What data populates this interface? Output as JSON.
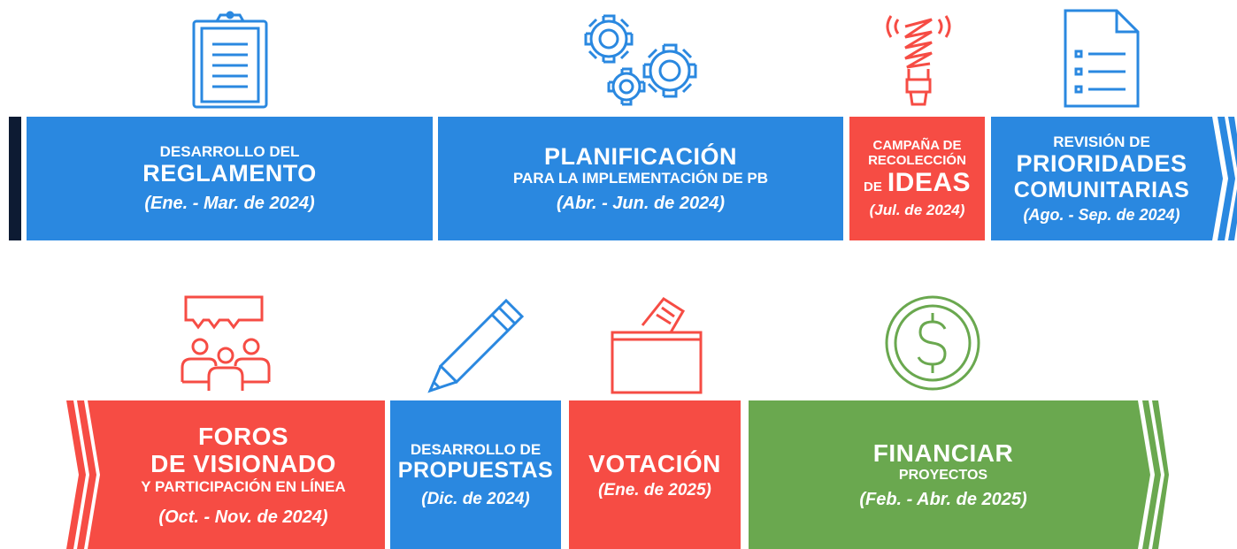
{
  "colors": {
    "blue": "#2a88e0",
    "red": "#f64c44",
    "green": "#6aa84f",
    "navy": "#0d1b33"
  },
  "row1": [
    {
      "icon": "clipboard-icon",
      "line1": "DESARROLLO DEL",
      "line2": "REGLAMENTO",
      "date": "(Ene. - Mar. de 2024)"
    },
    {
      "icon": "gears-icon",
      "line1": "PLANIFICACIÓN",
      "line2": "PARA LA IMPLEMENTACIÓN DE PB",
      "date": "(Abr. - Jun. de 2024)"
    },
    {
      "icon": "lightbulb-icon",
      "line1": "CAMPAÑA DE",
      "line2": "RECOLECCIÓN",
      "line3_prefix": "DE",
      "line3_main": "IDEAS",
      "date": "(Jul. de 2024)"
    },
    {
      "icon": "document-list-icon",
      "line1": "REVISIÓN DE",
      "line2": "PRIORIDADES",
      "line3": "COMUNITARIAS",
      "date": "(Ago. - Sep. de 2024)"
    }
  ],
  "row2": [
    {
      "icon": "people-discussion-icon",
      "line1": "FOROS",
      "line2": "DE VISIONADO",
      "line3": "Y PARTICIPACIÓN EN LÍNEA",
      "date": "(Oct. - Nov. de 2024)"
    },
    {
      "icon": "pencil-icon",
      "line1": "DESARROLLO DE",
      "line2": "PROPUESTAS",
      "date": "(Dic. de 2024)"
    },
    {
      "icon": "ballot-box-icon",
      "line1": "VOTACIÓN",
      "date": "(Ene. de 2025)"
    },
    {
      "icon": "dollar-coin-icon",
      "line1": "FINANCIAR",
      "line2": "PROYECTOS",
      "date": "(Feb. - Abr. de 2025)"
    }
  ]
}
